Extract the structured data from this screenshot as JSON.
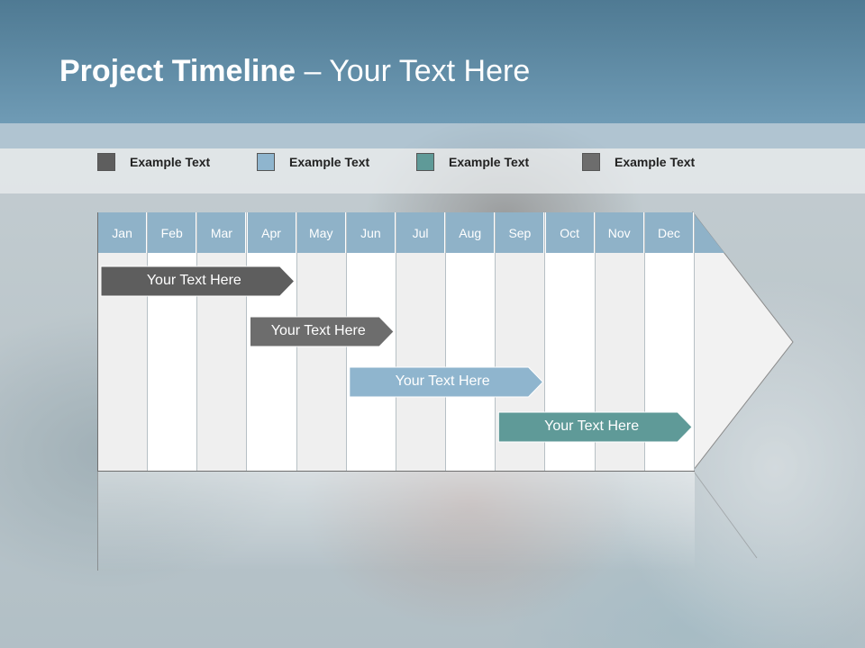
{
  "title": {
    "bold": "Project Timeline",
    "rest": " – Your Text Here"
  },
  "legend": [
    {
      "label": "Example Text",
      "color": "#5e5e5e"
    },
    {
      "label": "Example Text",
      "color": "#8fb5ce"
    },
    {
      "label": "Example Text",
      "color": "#5f9a98"
    },
    {
      "label": "Example Text",
      "color": "#6d6d6d"
    }
  ],
  "months": [
    "Jan",
    "Feb",
    "Mar",
    "Apr",
    "May",
    "Jun",
    "Jul",
    "Aug",
    "Sep",
    "Oct",
    "Nov",
    "Dec"
  ],
  "tasks": [
    {
      "label": "Your  Text Here",
      "start_month": "Jan",
      "end_month": "Apr",
      "color": "#5e5e5e"
    },
    {
      "label": "Your  Text Here",
      "start_month": "Apr",
      "end_month": "Jun",
      "color": "#6d6d6d"
    },
    {
      "label": "Your  Text Here",
      "start_month": "Jun",
      "end_month": "Sep",
      "color": "#8fb5ce"
    },
    {
      "label": "Your  Text Here",
      "start_month": "Sep",
      "end_month": "Dec",
      "color": "#5f9a98"
    }
  ],
  "colors": {
    "header": "#6f9bb5",
    "month_header": "#8fb2c8"
  }
}
